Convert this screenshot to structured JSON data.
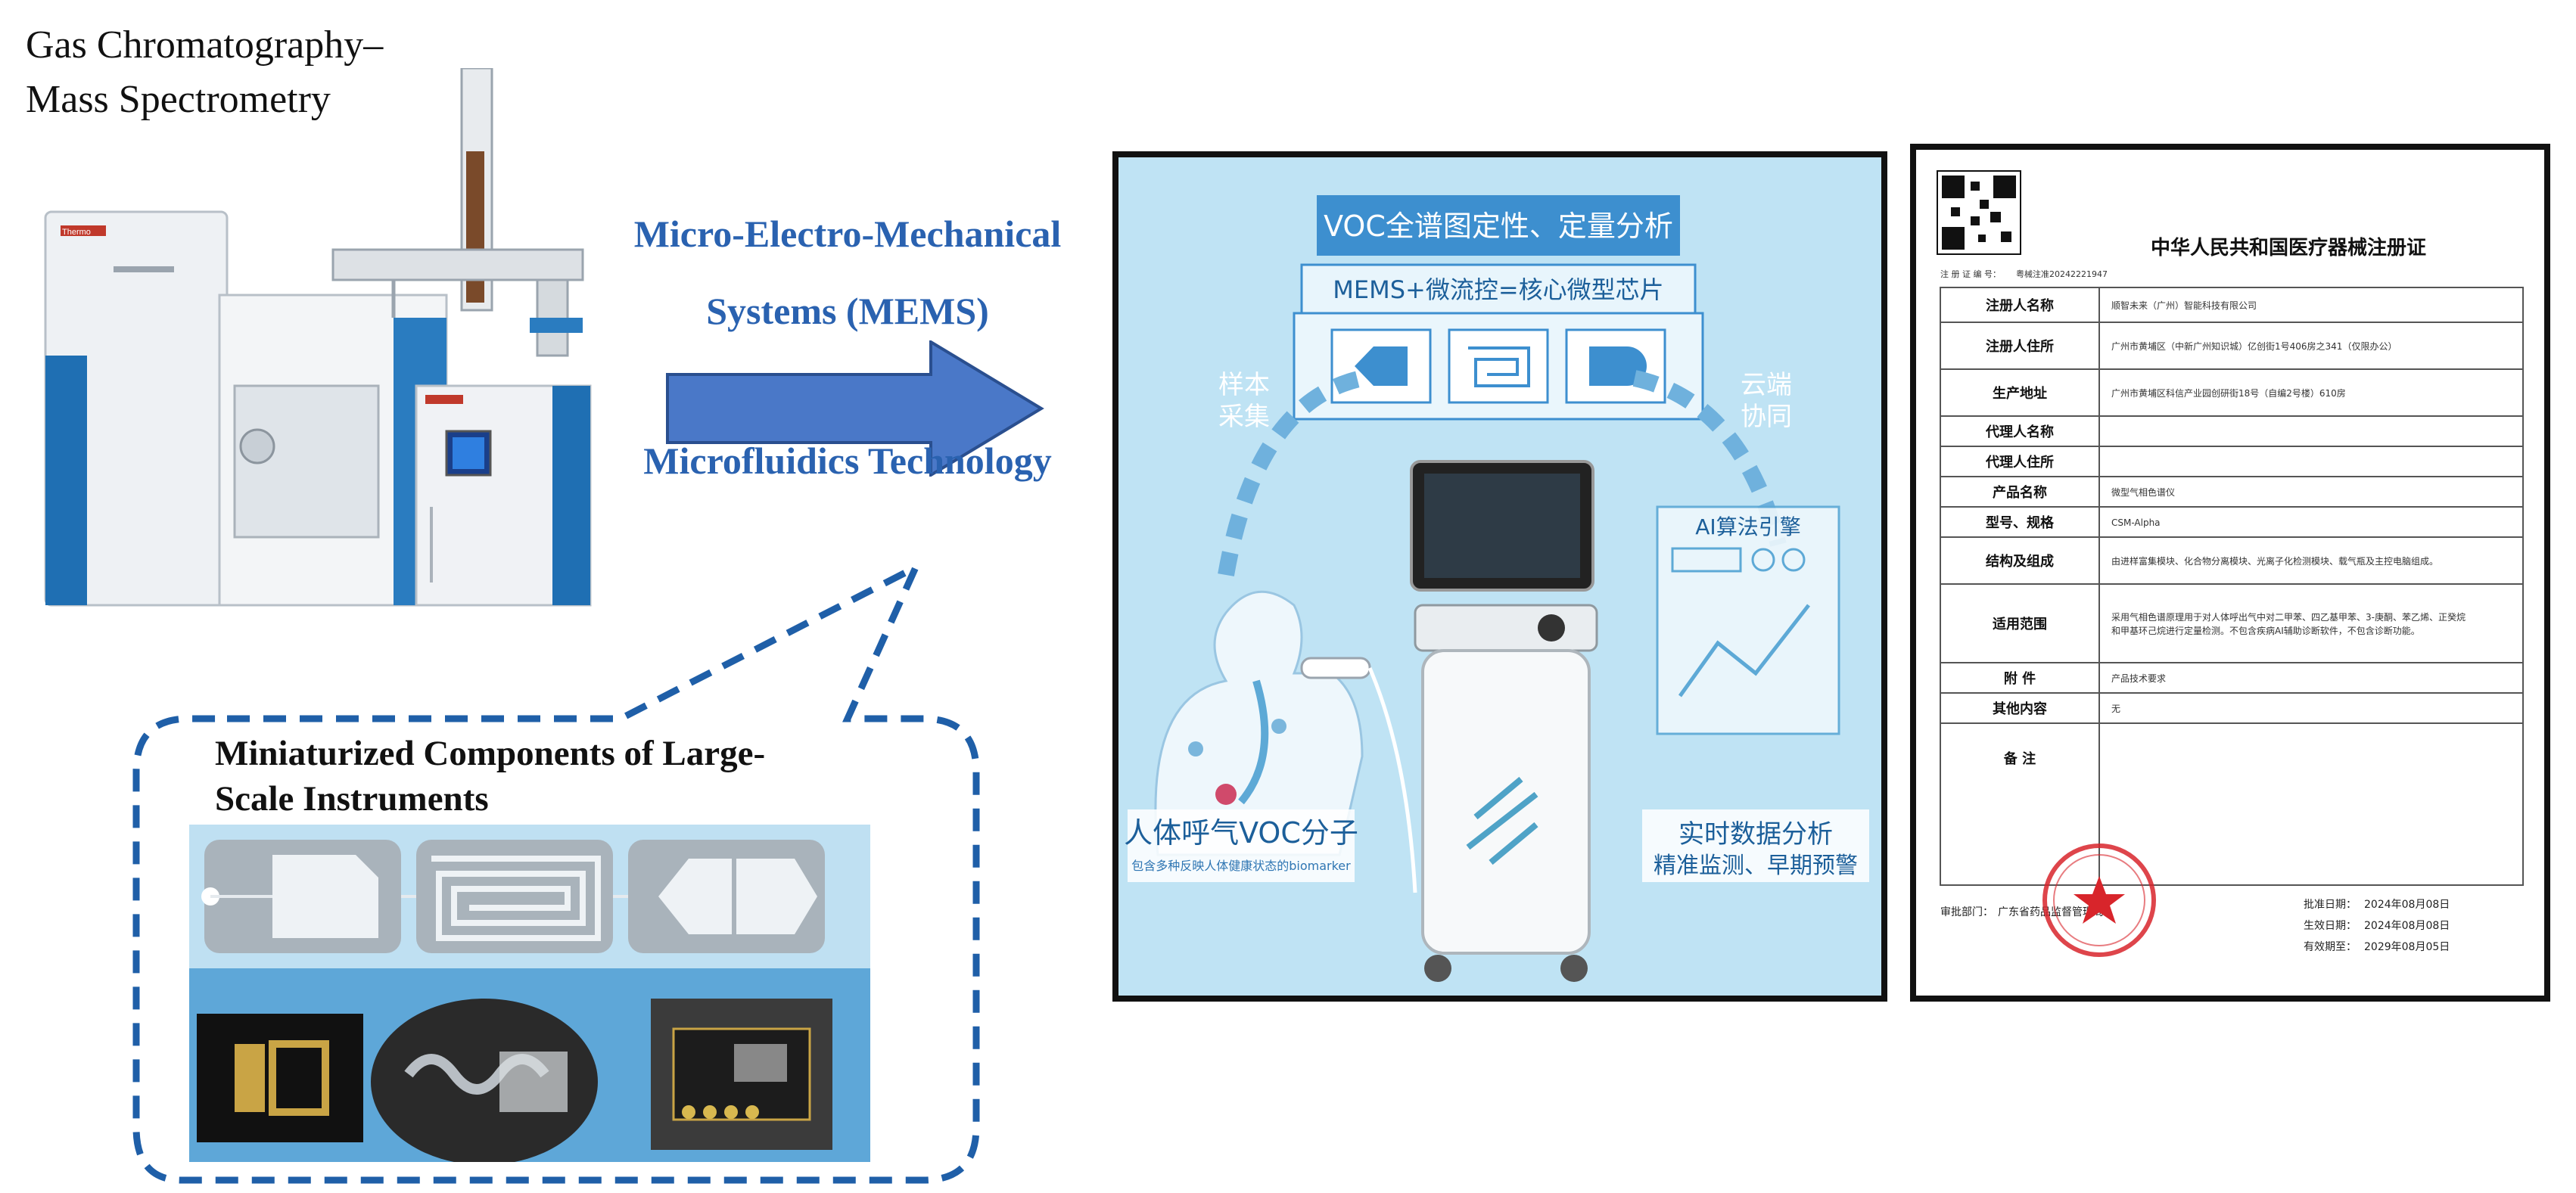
{
  "gc_ms": {
    "title_line1": "Gas Chromatography–",
    "title_line2": "Mass Spectrometry",
    "brand": "Thermo"
  },
  "transition": {
    "line1": "Micro-Electro-Mechanical",
    "line2": "Systems (MEMS)",
    "line3": "Microfluidics Technology"
  },
  "miniaturized": {
    "title_line1": "Miniaturized Components of Large-",
    "title_line2": "Scale Instruments"
  },
  "poster": {
    "header": "VOC全谱图定性、定量分析",
    "subheader": "MEMS+微流控=核心微型芯片",
    "left_arc": "样本\n采集",
    "left_arc_l1": "样本",
    "left_arc_l2": "采集",
    "right_arc_l1": "云端",
    "right_arc_l2": "协同",
    "ai_label": "AI算法引擎",
    "left_box_title": "人体呼气VOC分子",
    "left_box_sub": "包含多种反映人体健康状态的biomarker",
    "right_box_l1": "实时数据分析",
    "right_box_l2": "精准监测、早期预警"
  },
  "certificate": {
    "title": "中华人民共和国医疗器械注册证",
    "reg_no_label": "注 册 证 编 号：",
    "reg_no_value": "粤械注准20242221947",
    "rows": [
      {
        "label": "注册人名称",
        "value": "顺智未来（广州）智能科技有限公司"
      },
      {
        "label": "注册人住所",
        "value": "广州市黄埔区（中新广州知识城）亿创街1号406房之341（仅限办公）"
      },
      {
        "label": "生产地址",
        "value": "广州市黄埔区科信产业园创研街18号（自编2号楼）610房"
      },
      {
        "label": "代理人名称",
        "value": ""
      },
      {
        "label": "代理人住所",
        "value": ""
      },
      {
        "label": "产品名称",
        "value": "微型气相色谱仪"
      },
      {
        "label": "型号、规格",
        "value": "CSM-Alpha"
      },
      {
        "label": "结构及组成",
        "value": "由进样富集模块、化合物分离模块、光离子化检测模块、载气瓶及主控电脑组成。"
      },
      {
        "label": "适用范围",
        "value": "采用气相色谱原理用于对人体呼出气中对二甲苯、四乙基甲苯、3-庚酮、苯乙烯、正癸烷和甲基环己烷进行定量检测。不包含疾病AI辅助诊断软件，不包含诊断功能。"
      },
      {
        "label": "附    件",
        "value": "产品技术要求"
      },
      {
        "label": "其他内容",
        "value": "无"
      },
      {
        "label": "备    注",
        "value": ""
      }
    ],
    "dept_label": "审批部门：",
    "dept_value": "广东省药品监督管理局",
    "dates": [
      {
        "label": "批准日期：",
        "value": "2024年08月08日"
      },
      {
        "label": "生效日期：",
        "value": "2024年08月08日"
      },
      {
        "label": "有效期至：",
        "value": "2029年08月05日"
      }
    ]
  },
  "colors": {
    "accent_blue": "#2a62b0",
    "arrow_fill": "#4a78c8",
    "bubble_stroke": "#1f5fa8",
    "poster_bg": "#bfe3f4",
    "seal_red": "#d8252b"
  }
}
